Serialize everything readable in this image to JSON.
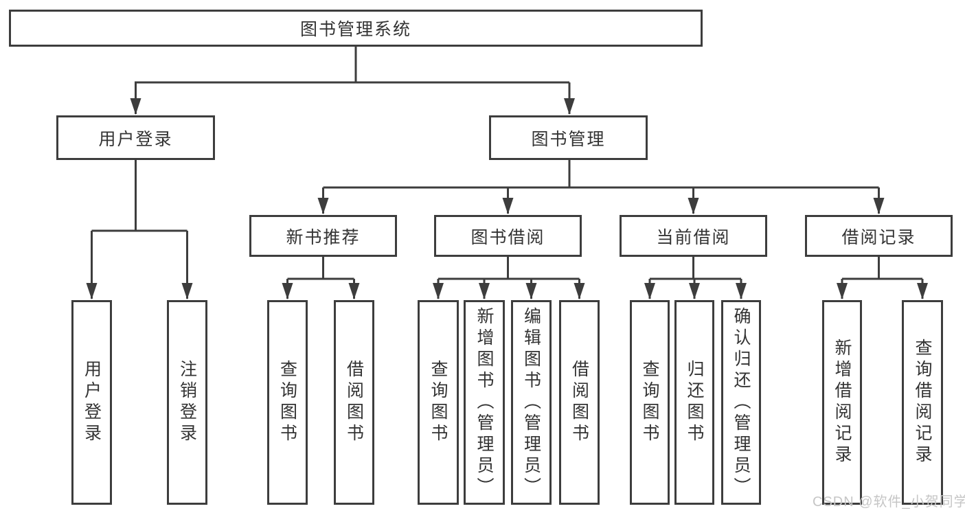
{
  "tree": {
    "root": "图书管理系统",
    "level2": {
      "user_login": "用户登录",
      "book_management": "图书管理"
    },
    "level3": {
      "new_book_recommend": "新书推荐",
      "book_borrow": "图书借阅",
      "current_borrow": "当前借阅",
      "borrow_records": "借阅记录"
    },
    "leaves": {
      "user_login": [
        "用户登录",
        "注销登录"
      ],
      "new_book_recommend": [
        "查询图书",
        "借阅图书"
      ],
      "book_borrow": [
        "查询图书",
        "新增图书（管理员）",
        "编辑图书（管理员）",
        "借阅图书"
      ],
      "current_borrow": [
        "查询图书",
        "归还图书",
        "确认归还（管理员）"
      ],
      "borrow_records": [
        "新增借阅记录",
        "查询借阅记录"
      ]
    }
  },
  "watermark": "CSDN @软件_小贺同学",
  "colors": {
    "line": "#3d3d3d",
    "text": "#333333",
    "background": "#ffffff",
    "watermark": "#c6c6c6"
  }
}
